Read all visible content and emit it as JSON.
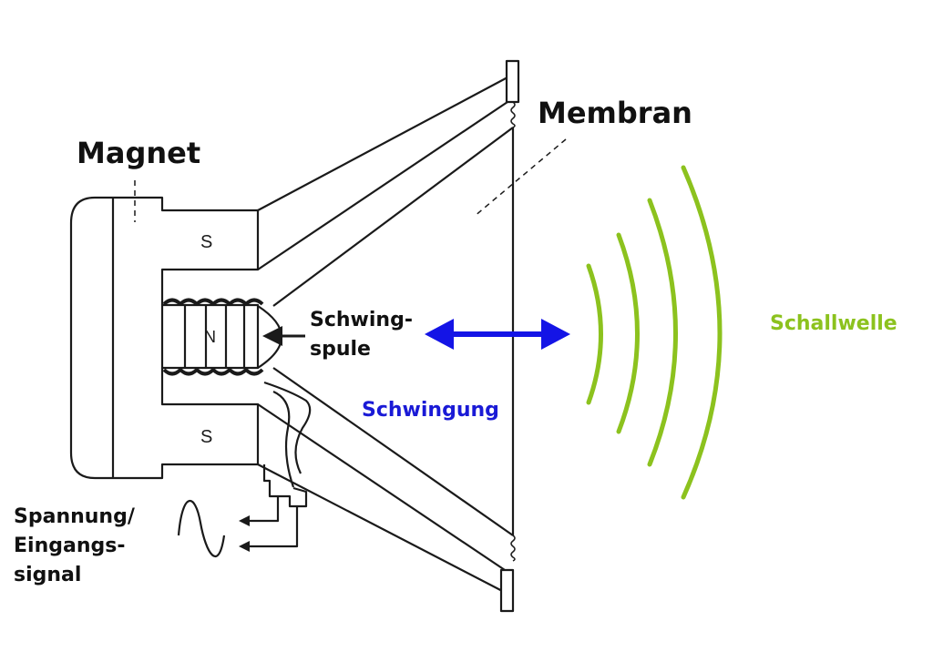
{
  "labels": {
    "magnet": "Magnet",
    "membran": "Membran",
    "schwingspule": [
      "Schwing-",
      "spule"
    ],
    "schwingung": "Schwingung",
    "schallwelle": "Schallwelle",
    "spannung": [
      "Spannung/",
      "Eingangs-",
      "signal"
    ],
    "pole_s": "S",
    "pole_n": "N"
  },
  "colors": {
    "outline": "#1a1a1a",
    "oscillation_arrow": "#1414e6",
    "schwingung_text": "#1a1ad6",
    "sound_wave": "#8cc21e",
    "schallwelle_text": "#8cc21e"
  },
  "icons": [
    "double-arrow-icon",
    "sine-wave-icon",
    "arrow-left-icon"
  ]
}
